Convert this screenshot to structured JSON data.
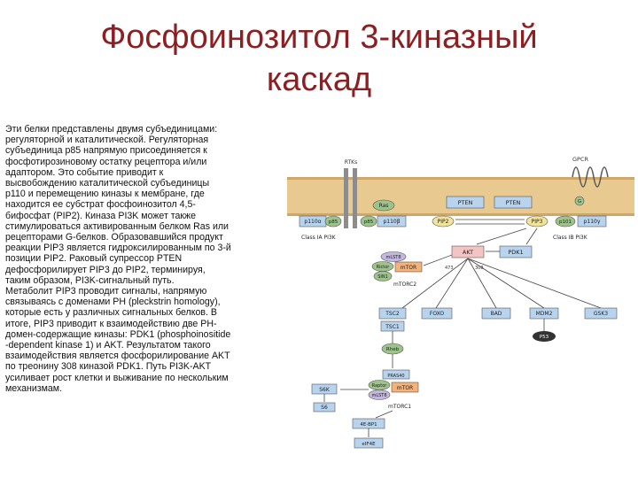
{
  "slide": {
    "title_line1": "Фосфоинозитол 3-киназный",
    "title_line2": "каскад",
    "body": "Эти белки  представлены двумя субъединицами:\nрегуляторной и каталитической. Регуляторная\nсубъединица р85 напрямую присоединяется к\nфосфотирозиновому остатку рецептора и/или\nадаптором.  Это событие приводит к\nвысвобождению каталитической субъединицы\nр110 и перемещению киназы к мембране, где\nнаходится ее субстрат фосфоинозитол 4,5-\nбифосфат (PIP2). Киназа PI3K может также\nстимулироваться активированным белком Ras или\nрецепторами G-белков. Образовавшийся продукт\nреакции PIP3 является гидроксилированным по 3-й\nпозиции PIP2. Раковый супрессор PTEN\nдефосфорилирует PIP3 до PIP2, терминируя,\nтаким образом, PI3K-сигнальный путь.\nМетаболит PIP3 проводит сигналы, напрямую\nсвязываясь с доменами PH (pleckstrin homology),\nкоторые есть у различных сигнальных белков. В\nитоге,  PIP3 приводит к взаимодействию две PH-\nдомен-содержащие киназы: PDK1 (phosphoinositide\n-dependent kinase 1) и AKT.  Результатом такого\nвзаимодействия является фосфорилирование AKT\nпо треонину 308 киназой PDK1. Путь PI3K-AKT\nусиливает рост клетки и выживание по нескольким\nмеханизмам."
  },
  "diagram": {
    "labels": {
      "rtks": "RTKs",
      "gpcr": "GPCR",
      "g": "G",
      "ras": "Ras",
      "p110a": "p110α",
      "p85": "p85",
      "p110b": "p110β",
      "p110y": "p110γ",
      "p101": "p101",
      "pten1": "PTEN",
      "pten2": "PTEN",
      "pip2": "PIP2",
      "pip3": "PIP3",
      "class_ia": "Class IA PI3K",
      "class_ib": "Class IB PI3K",
      "akt": "AKT",
      "pdk1": "PDK1",
      "mlst8": "mLST8",
      "rictor": "Rictor",
      "mtor2": "mTOR",
      "sin1": "SIN1",
      "mtorc2": "mTORC2",
      "s473": "473",
      "t308": "308",
      "tsc2": "TSC2",
      "tsc1": "TSC1",
      "foxo": "FOXO",
      "bad": "BAD",
      "mdm2": "MDM2",
      "gsk3": "GSK3",
      "p53": "P53",
      "rheb": "Rheb",
      "pras40": "PRAS40",
      "raptor": "Raptor",
      "mlst8b": "mLST8",
      "mtor1": "mTOR",
      "mtorc1": "mTORC1",
      "s6k": "S6K",
      "s6": "S6",
      "bp1": "4E-BP1",
      "eif4e": "eIF4E"
    },
    "colors": {
      "membrane": "#e8c98f",
      "green": "#9cc38a",
      "blue": "#b7d3ee",
      "purple": "#c3b8dc",
      "orange": "#f2b27a",
      "pink": "#f4c3c3",
      "gray": "#b8bcc4",
      "yellow": "#f2e39a",
      "title": "#8b1f22"
    }
  }
}
